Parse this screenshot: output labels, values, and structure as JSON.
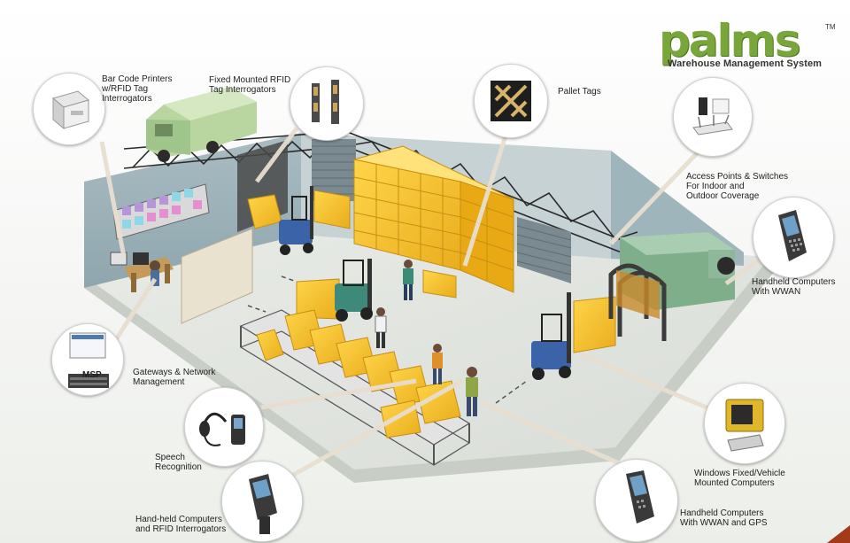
{
  "logo": {
    "word": "palms",
    "tm": "TM",
    "subtitle": "Warehouse Management System"
  },
  "labels": {
    "barcode": "Bar Code Printers\nw/RFID Tag\nInterrogators",
    "fixed_rfid": "Fixed Mounted RFID\nTag Interrogators",
    "pallet_tags": "Pallet Tags",
    "access_points": "Access Points & Switches\nFor Indoor and\nOutdoor Coverage",
    "handheld_wwan": "Handheld Computers\nWith WWAN",
    "gateways": "Gateways & Network\nManagement",
    "msp": "MSP",
    "speech": "Speech\nRecognition",
    "handheld_rfid": "Hand-held Computers\nand RFID Interrogators",
    "vehicle_computers": "Windows Fixed/Vehicle\nMounted Computers",
    "handheld_gps": "Handheld Computers\nWith WWAN and GPS"
  },
  "colors": {
    "logo_green": "#79a63a",
    "box_yellow": "#f5c02c",
    "wall_blue_gray": "#9fb5bc",
    "floor": "#e2e6e1",
    "forklift_blue": "#3a63a8",
    "truck_green": "#7fae8a"
  },
  "icons": [
    "barcode-printer-icon",
    "rfid-portal-icon",
    "pallet-tag-icon",
    "access-point-icon",
    "handheld-computer-icon",
    "server-rack-icon",
    "headset-icon",
    "vehicle-terminal-icon",
    "forklift-icon",
    "truck-icon"
  ]
}
